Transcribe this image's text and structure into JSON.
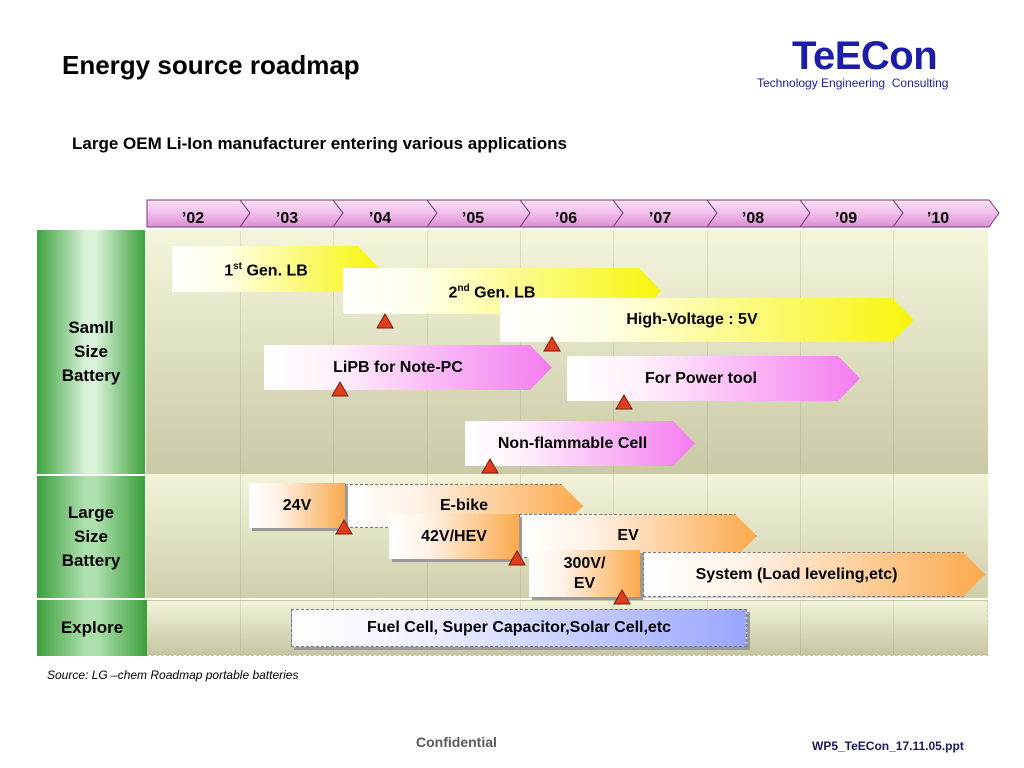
{
  "slide": {
    "title": "Energy source roadmap",
    "logo": "TeECon",
    "logo_tagline": "Technology Engineering  Consulting",
    "subtitle": "Large OEM Li-Ion manufacturer entering various applications",
    "years": [
      "’02",
      "’03",
      "’04",
      "’05",
      "’06",
      "’07",
      "’08",
      "’09",
      "’10"
    ],
    "rows": {
      "small": "Samll\nSize\n Battery",
      "large": "Large\nSize\nBattery",
      "explore": "Explore"
    },
    "items": {
      "gen1_base": "1",
      "gen1_sup": "st",
      "gen1_rest": " Gen. LB",
      "gen2_base": "2",
      "gen2_sup": "nd",
      "gen2_rest": " Gen. LB",
      "high_voltage": "High-Voltage : 5V",
      "lipb": "LiPB for Note-PC",
      "power_tool": "For Power tool",
      "non_flammable": "Non-flammable Cell",
      "v24": "24V",
      "ebike": "E-bike",
      "v42": "42V/HEV",
      "ev": "EV",
      "v300": "300V/\nEV",
      "system": "System (Load leveling,etc)",
      "fuel_cell": "Fuel Cell, Super Capacitor,Solar Cell,etc"
    },
    "colors": {
      "milestone": "#e03c1e",
      "timeline": "#f3c6ee",
      "logo": "#1c1ca8"
    },
    "source": "Source: LG –chem Roadmap portable batteries",
    "footer_confidential": "Confidential",
    "footer_file": "WP5_TeECon_17.11.05.ppt"
  }
}
